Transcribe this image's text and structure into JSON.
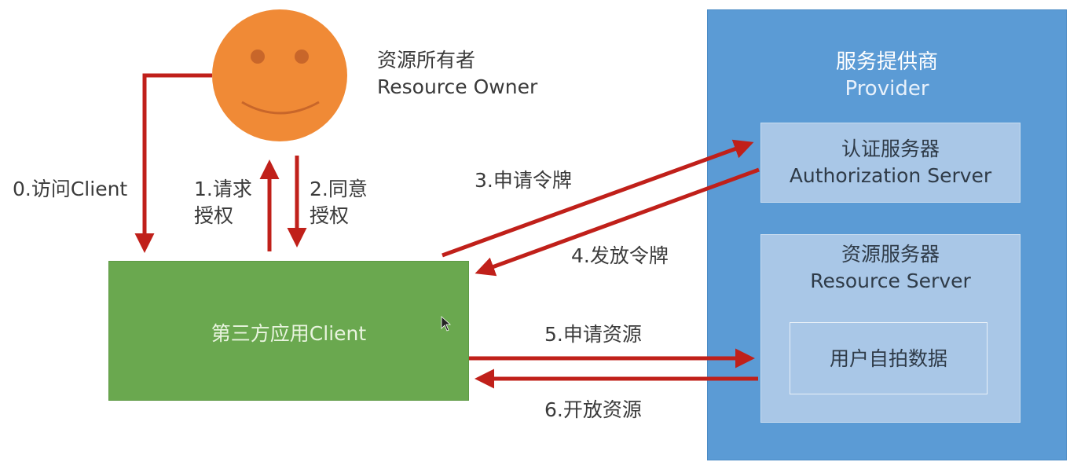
{
  "owner": {
    "name_zh": "资源所有者",
    "name_en": "Resource Owner"
  },
  "client": {
    "label": "第三方应用Client"
  },
  "provider": {
    "title_zh": "服务提供商",
    "title_en": "Provider",
    "auth_server": {
      "name_zh": "认证服务器",
      "name_en": "Authorization Server"
    },
    "resource_server": {
      "name_zh": "资源服务器",
      "name_en": "Resource Server",
      "data": "用户自拍数据"
    }
  },
  "steps": {
    "s0": "0.访问Client",
    "s1_line1": "1.请求",
    "s1_line2": "授权",
    "s2_line1": "2.同意",
    "s2_line2": "授权",
    "s3": "3.申请令牌",
    "s4": "4.发放令牌",
    "s5": "5.申请资源",
    "s6": "6.开放资源"
  },
  "colors": {
    "arrow": "#c0201a",
    "owner_face": "#f08a36",
    "client": "#6aa84f",
    "provider": "#5b9bd5",
    "server_box": "#a9c7e7"
  }
}
